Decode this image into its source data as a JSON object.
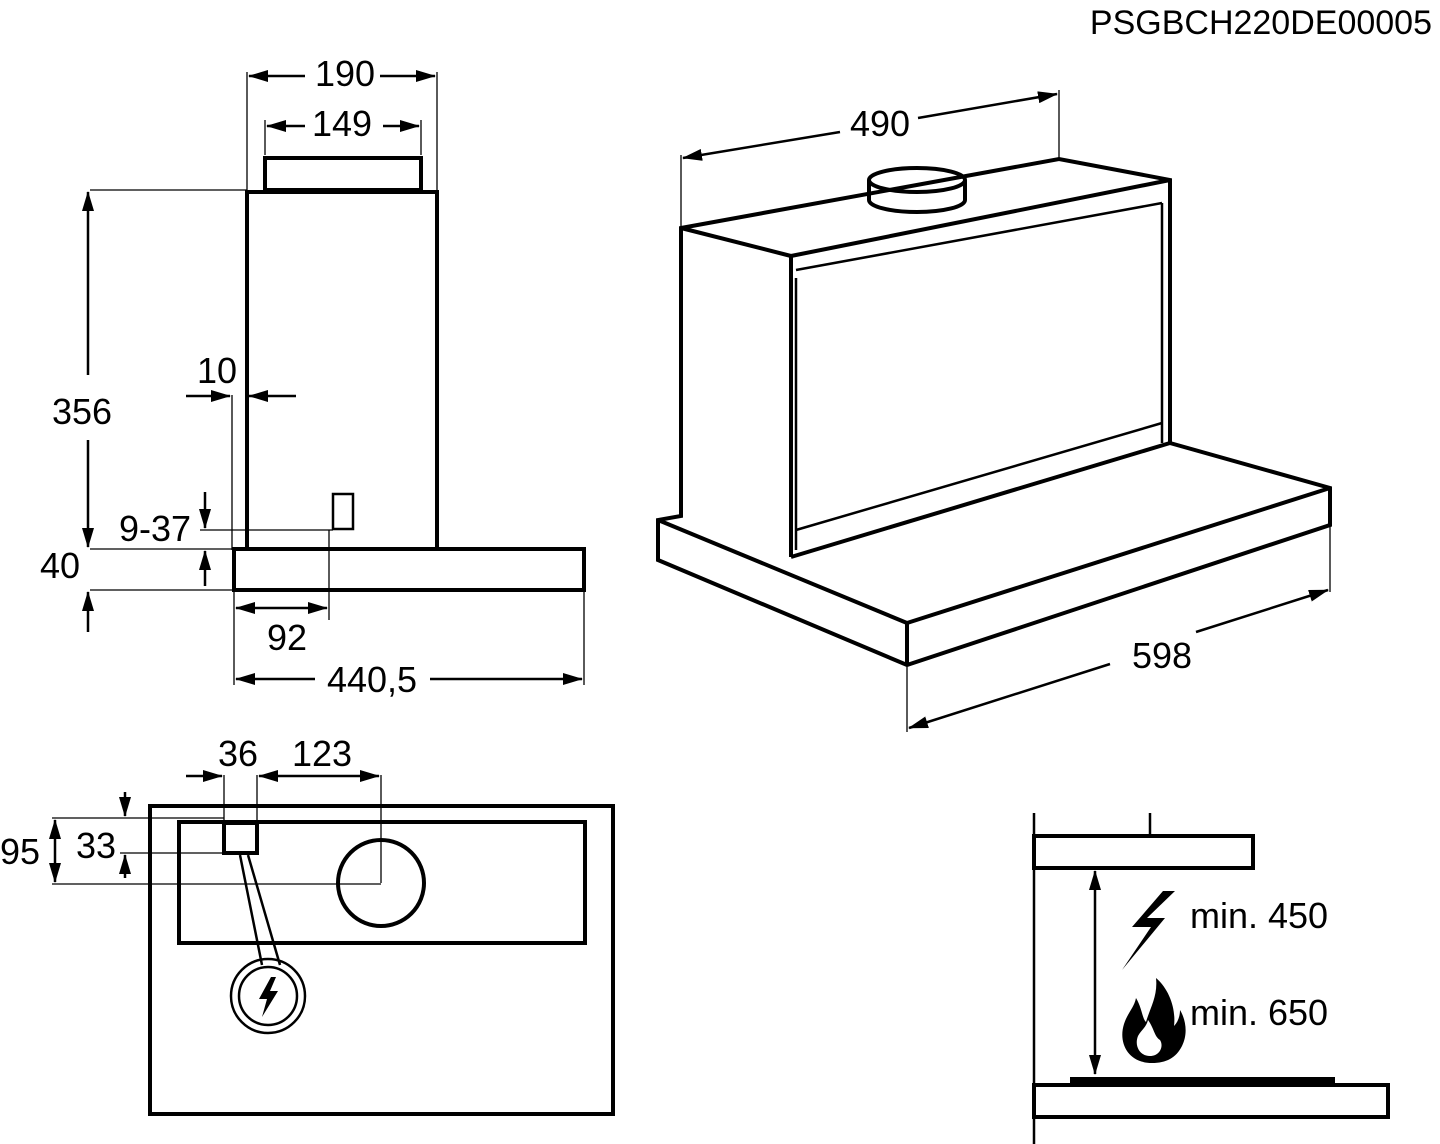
{
  "document_code": "PSGBCH220DE00005",
  "side_view": {
    "width_outer": "190",
    "width_inner": "149",
    "height": "356",
    "offset": "10",
    "range": "9-37",
    "base_height": "40",
    "inset": "92",
    "depth": "440,5"
  },
  "iso_view": {
    "depth": "490",
    "width": "598"
  },
  "top_view": {
    "dim_a": "36",
    "dim_b": "123",
    "dim_c": "95",
    "dim_d": "33"
  },
  "clearance": {
    "electric_label": "min. 450",
    "gas_label": "min. 650"
  },
  "icons": [
    "electric-socket-icon",
    "lightning-icon",
    "flame-icon"
  ]
}
